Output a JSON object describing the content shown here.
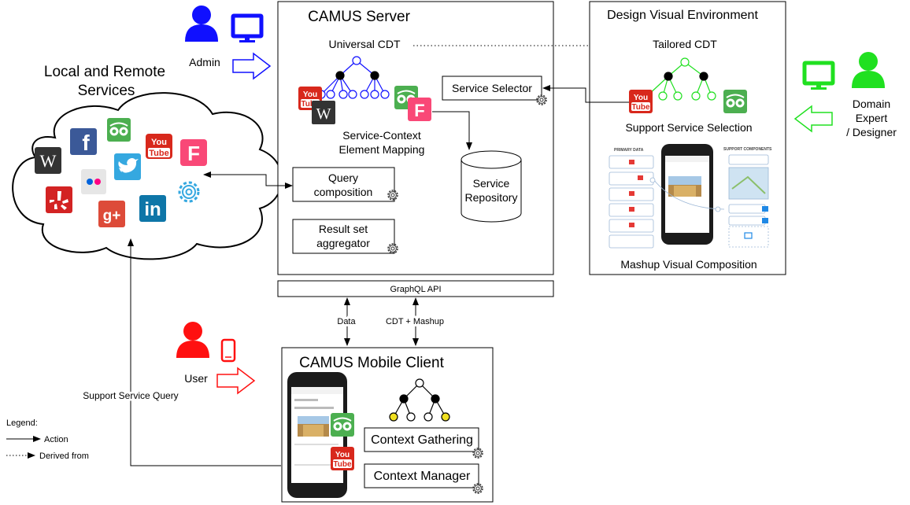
{
  "cloud": {
    "title_line1": "Local and Remote",
    "title_line2": "Services"
  },
  "admin": {
    "label": "Admin"
  },
  "user": {
    "label": "User"
  },
  "expert": {
    "line1": "Domain",
    "line2": "Expert",
    "line3": "/ Designer"
  },
  "server": {
    "title": "CAMUS Server",
    "universal_cdt": "Universal CDT",
    "service_selector": "Service Selector",
    "mapping_line1": "Service-Context",
    "mapping_line2": "Element Mapping",
    "query_line1": "Query",
    "query_line2": "composition",
    "repo_line1": "Service",
    "repo_line2": "Repository",
    "result_line1": "Result set",
    "result_line2": "aggregator"
  },
  "design": {
    "title": "Design Visual Environment",
    "tailored_cdt": "Tailored CDT",
    "support_selection": "Support Service Selection",
    "mashup": "Mashup Visual Composition",
    "primary_data": "PRIMARY DATA",
    "support_components": "SUPPORT COMPONENTS"
  },
  "api": {
    "label": "GraphQL API",
    "data": "Data",
    "cdt_mashup": "CDT + Mashup"
  },
  "client": {
    "title": "CAMUS Mobile Client",
    "context_gathering": "Context Gathering",
    "context_manager": "Context Manager"
  },
  "support_query": "Support Service Query",
  "legend": {
    "title": "Legend:",
    "action": "Action",
    "derived": "Derived from"
  },
  "icons": {
    "wikipedia": "W",
    "facebook": "f",
    "youtube_top": "You",
    "youtube_bottom": "Tube",
    "foursquare": "F",
    "google_plus": "g+",
    "linkedin": "in"
  },
  "colors": {
    "admin_blue": "#1010ff",
    "expert_green": "#20e020",
    "user_red": "#ff1010",
    "youtube": "#d8281c",
    "tripadvisor": "#4caf50",
    "foursquare": "#f94877",
    "facebook": "#3b5998",
    "linkedin": "#0e76a8",
    "twitter": "#35a8e0",
    "yelp": "#d32323",
    "gplus": "#dd4b39"
  }
}
